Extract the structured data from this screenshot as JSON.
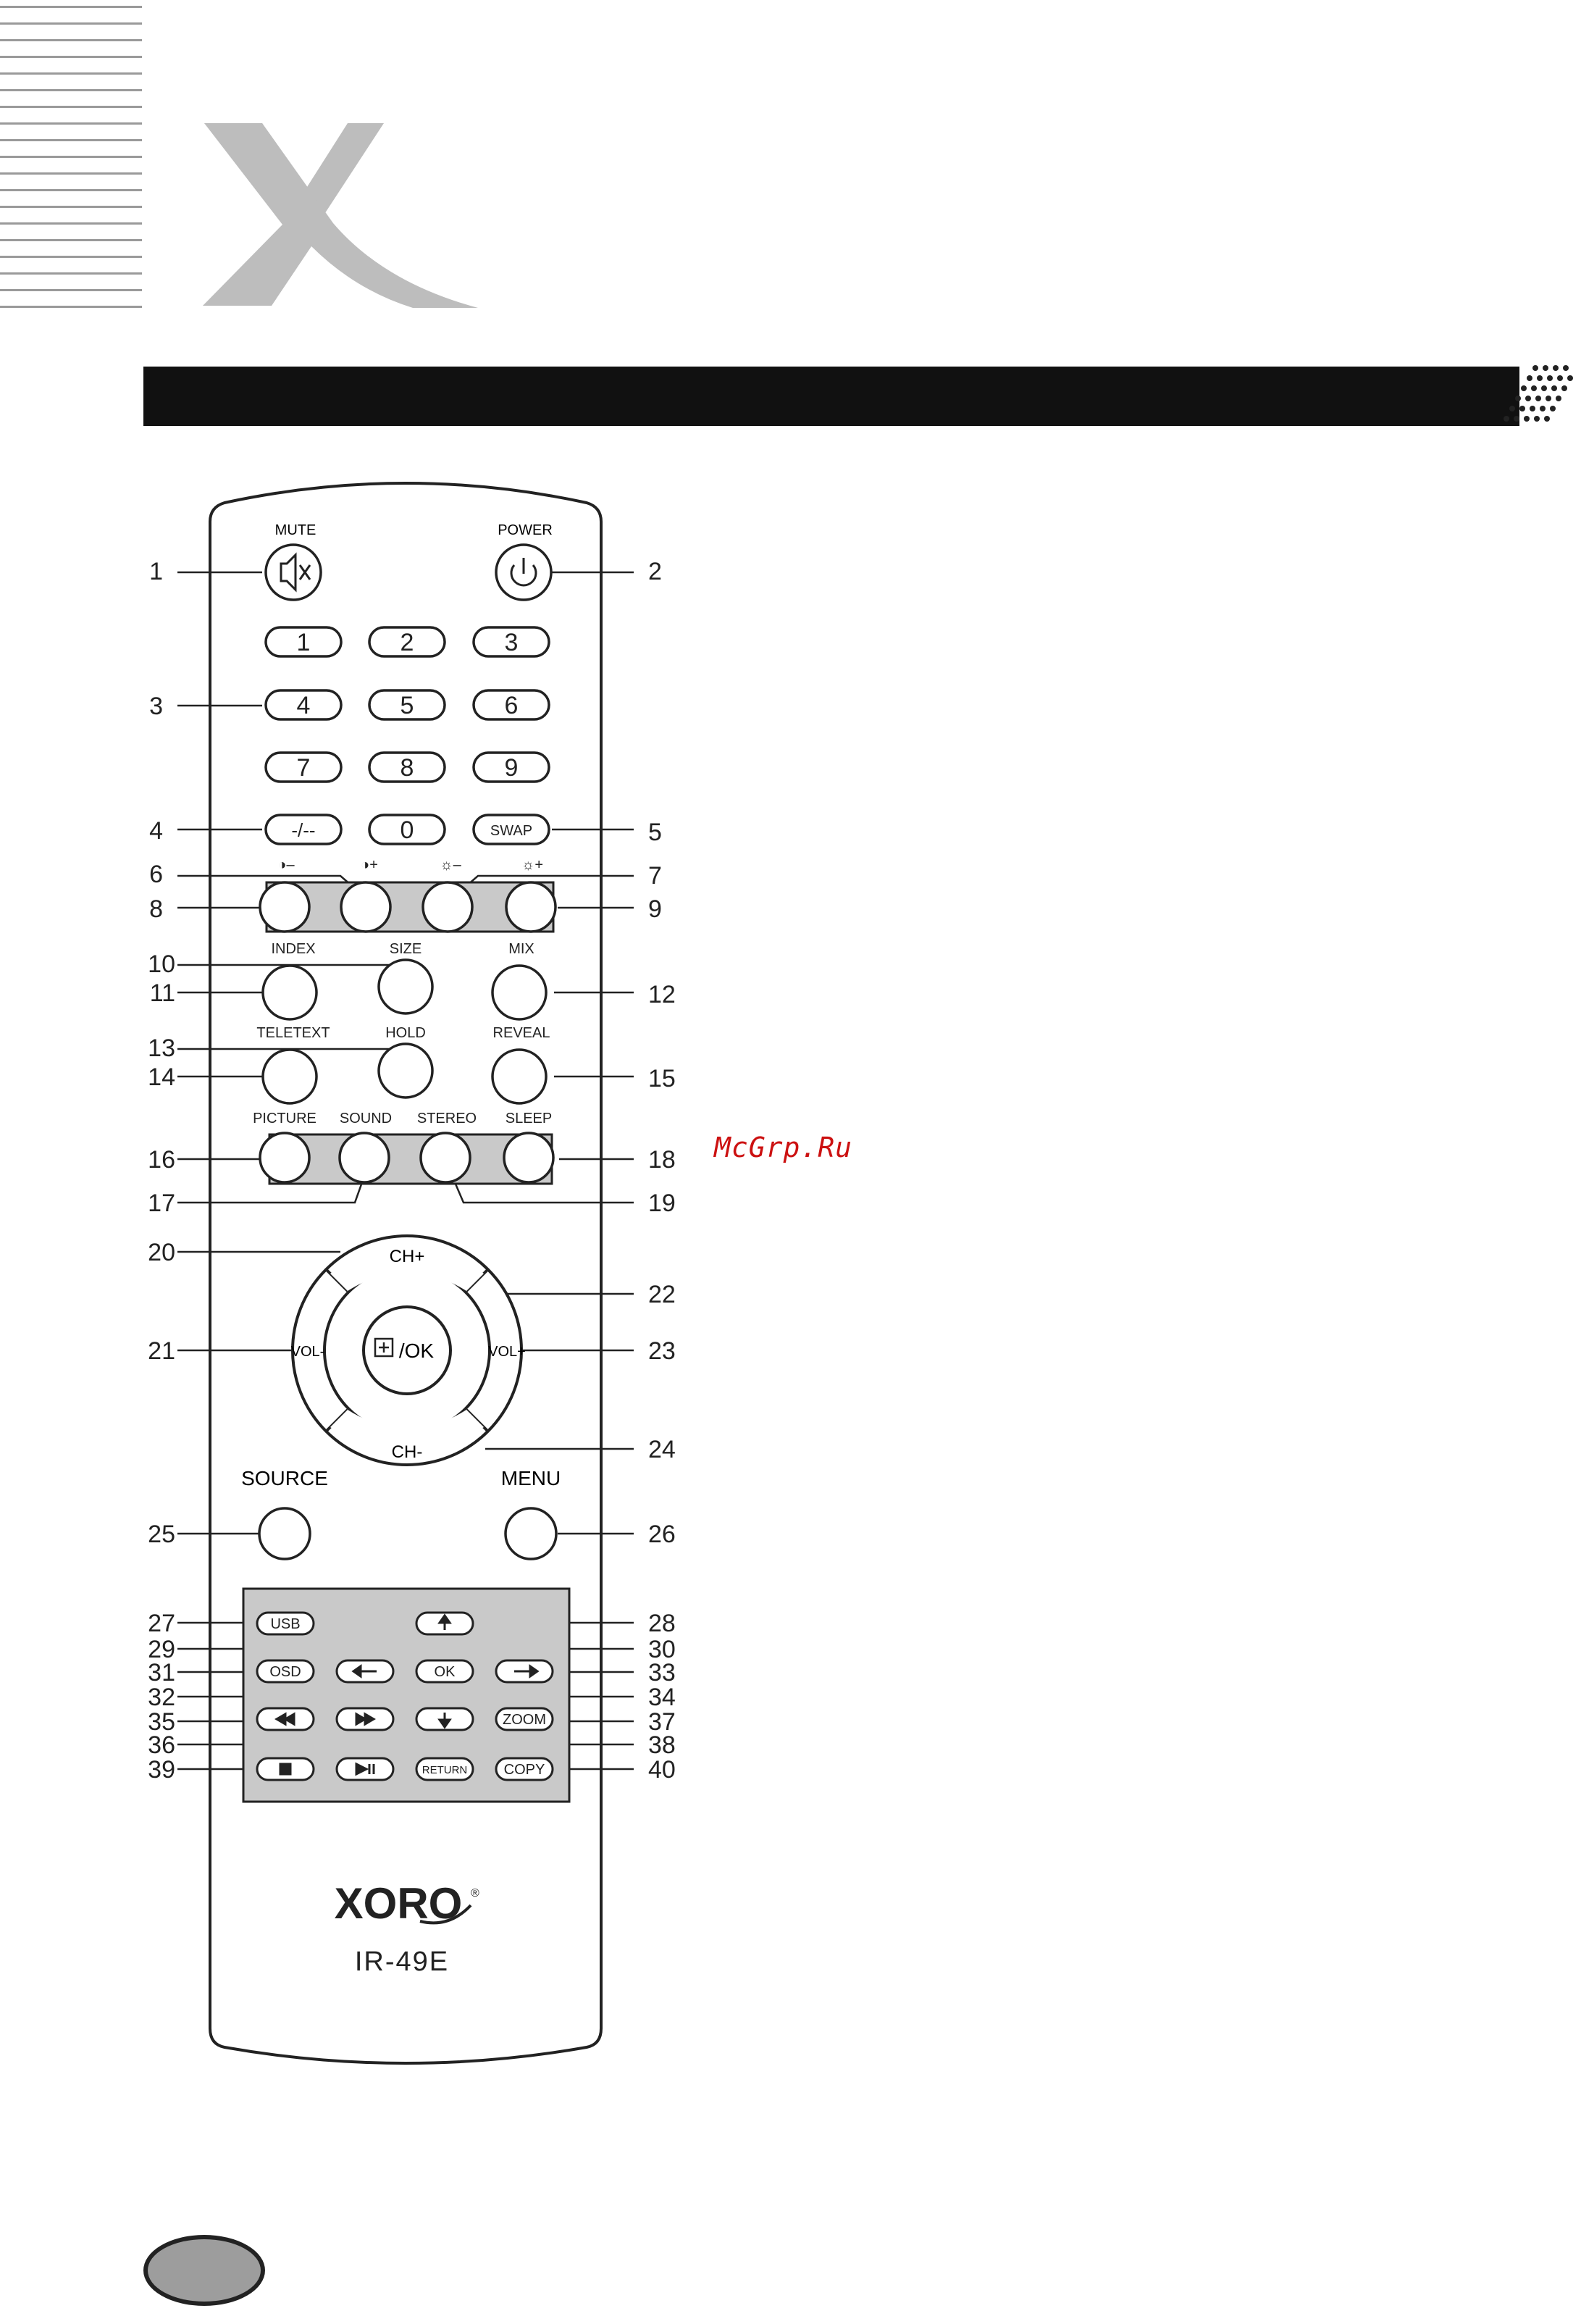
{
  "brand_logo": {
    "letter": "X"
  },
  "watermark": "McGrp.Ru",
  "remote": {
    "brand": "XORO",
    "registered": "®",
    "model": "IR-49E",
    "labels": {
      "mute": "MUTE",
      "power": "POWER",
      "num1": "1",
      "num2": "2",
      "num3": "3",
      "num4": "4",
      "num5": "5",
      "num6": "6",
      "num7": "7",
      "num8": "8",
      "num9": "9",
      "dash": "-/--",
      "num0": "0",
      "swap": "SWAP",
      "contrast_minus": "◑–",
      "contrast_plus": "◑+",
      "bright_minus": "☼–",
      "bright_plus": "☼+",
      "index": "INDEX",
      "size": "SIZE",
      "mix": "MIX",
      "teletext": "TELETEXT",
      "hold": "HOLD",
      "reveal": "REVEAL",
      "picture": "PICTURE",
      "sound": "SOUND",
      "stereo": "STEREO",
      "sleep": "SLEEP",
      "ch_plus": "CH+",
      "ch_minus": "CH-",
      "vol_minus": "VOL-",
      "vol_plus": "VOL+",
      "ok": "/OK",
      "source": "SOURCE",
      "menu": "MENU",
      "usb": "USB",
      "osd": "OSD",
      "ok_small": "OK",
      "zoom": "ZOOM",
      "return": "RETURN",
      "copy": "COPY"
    }
  },
  "callouts": {
    "c1": "1",
    "c2": "2",
    "c3": "3",
    "c4": "4",
    "c5": "5",
    "c6": "6",
    "c7": "7",
    "c8": "8",
    "c9": "9",
    "c10": "10",
    "c11": "11",
    "c12": "12",
    "c13": "13",
    "c14": "14",
    "c15": "15",
    "c16": "16",
    "c17": "17",
    "c18": "18",
    "c19": "19",
    "c20": "20",
    "c21": "21",
    "c22": "22",
    "c23": "23",
    "c24": "24",
    "c25": "25",
    "c26": "26",
    "c27": "27",
    "c28": "28",
    "c29": "29",
    "c30": "30",
    "c31": "31",
    "c32": "32",
    "c33": "33",
    "c34": "34",
    "c35": "35",
    "c36": "36",
    "c37": "37",
    "c38": "38",
    "c39": "39",
    "c40": "40"
  },
  "colors": {
    "panel_gray": "#c9c9c9",
    "logo_gray": "#bdbdbd",
    "banner": "#111111"
  }
}
